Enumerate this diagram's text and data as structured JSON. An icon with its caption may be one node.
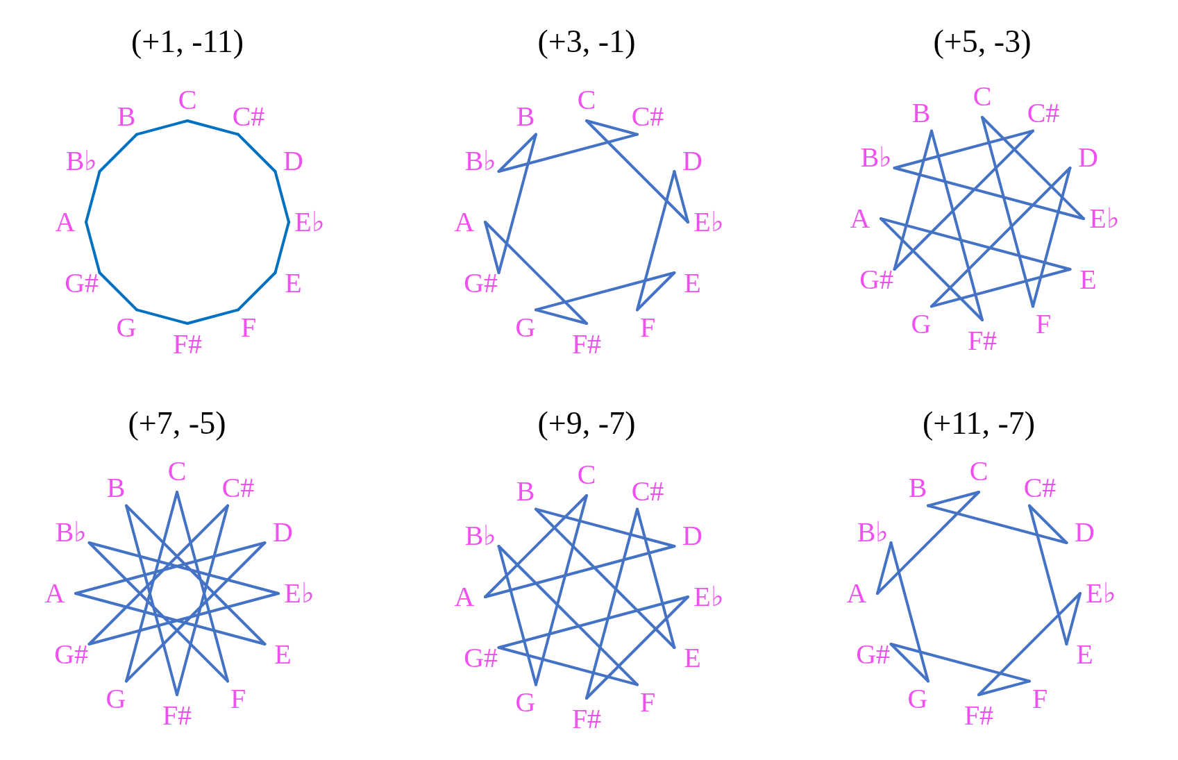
{
  "diagram": {
    "nodes": [
      {
        "text": [
          "C"
        ]
      },
      {
        "text": [
          "C#"
        ]
      },
      {
        "text": [
          "D"
        ]
      },
      {
        "text": [
          "E♭"
        ]
      },
      {
        "text": [
          "E"
        ]
      },
      {
        "text": [
          "F"
        ]
      },
      {
        "text": [
          "F#"
        ]
      },
      {
        "text": [
          "G"
        ]
      },
      {
        "text": [
          "G#"
        ]
      },
      {
        "text": [
          "A"
        ]
      },
      {
        "text": [
          "B♭"
        ]
      },
      {
        "text": [
          "B"
        ]
      },
      {
        "text": [
          "C"
        ]
      },
      {
        "text": [
          "C#"
        ]
      },
      {
        "text": [
          "D"
        ]
      },
      {
        "text": [
          "E♭"
        ]
      },
      {
        "text": [
          "E"
        ]
      },
      {
        "text": [
          "F"
        ]
      },
      {
        "text": [
          "F#"
        ]
      },
      {
        "text": [
          "G"
        ]
      },
      {
        "text": [
          "G#"
        ]
      },
      {
        "text": [
          "A"
        ]
      },
      {
        "text": [
          "B♭"
        ]
      },
      {
        "text": [
          "B"
        ]
      },
      {
        "text": [
          "C"
        ]
      },
      {
        "text": [
          "C#"
        ]
      },
      {
        "text": [
          "D"
        ]
      },
      {
        "text": [
          "E♭"
        ]
      },
      {
        "text": [
          "E"
        ]
      },
      {
        "text": [
          "F"
        ]
      },
      {
        "text": [
          "F#"
        ]
      },
      {
        "text": [
          "G"
        ]
      },
      {
        "text": [
          "G#"
        ]
      },
      {
        "text": [
          "A"
        ]
      },
      {
        "text": [
          "B♭"
        ]
      },
      {
        "text": [
          "B"
        ]
      },
      {
        "text": [
          "C"
        ]
      },
      {
        "text": [
          "C#"
        ]
      },
      {
        "text": [
          "D"
        ]
      },
      {
        "text": [
          "E♭"
        ]
      },
      {
        "text": [
          "E"
        ]
      },
      {
        "text": [
          "F"
        ]
      },
      {
        "text": [
          "F#"
        ]
      },
      {
        "text": [
          "G"
        ]
      },
      {
        "text": [
          "G#"
        ]
      },
      {
        "text": [
          "A"
        ]
      },
      {
        "text": [
          "B♭"
        ]
      },
      {
        "text": [
          "B"
        ]
      },
      {
        "text": [
          "C"
        ]
      },
      {
        "text": [
          "C#"
        ]
      },
      {
        "text": [
          "D"
        ]
      },
      {
        "text": [
          "E♭"
        ]
      },
      {
        "text": [
          "E"
        ]
      },
      {
        "text": [
          "F"
        ]
      },
      {
        "text": [
          "F#"
        ]
      },
      {
        "text": [
          "G"
        ]
      },
      {
        "text": [
          "G#"
        ]
      },
      {
        "text": [
          "A"
        ]
      },
      {
        "text": [
          "B♭"
        ]
      },
      {
        "text": [
          "B"
        ]
      },
      {
        "text": [
          "C"
        ]
      },
      {
        "text": [
          "C#"
        ]
      },
      {
        "text": [
          "D"
        ]
      },
      {
        "text": [
          "E♭"
        ]
      },
      {
        "text": [
          "E"
        ]
      },
      {
        "text": [
          "F"
        ]
      },
      {
        "text": [
          "F#"
        ]
      },
      {
        "text": [
          "G"
        ]
      },
      {
        "text": [
          "G#"
        ]
      },
      {
        "text": [
          "A"
        ]
      },
      {
        "text": [
          "B♭"
        ]
      },
      {
        "text": [
          "B"
        ]
      }
    ],
    "edges": [
      {
        "from": 0,
        "to": 1,
        "arrow": "none",
        "color": "#0070c0"
      },
      {
        "from": 1,
        "to": 2,
        "arrow": "none",
        "color": "#0070c0"
      },
      {
        "from": 2,
        "to": 3,
        "arrow": "none",
        "color": "#0070c0"
      },
      {
        "from": 3,
        "to": 4,
        "arrow": "none",
        "color": "#0070c0"
      },
      {
        "from": 4,
        "to": 5,
        "arrow": "none",
        "color": "#0070c0"
      },
      {
        "from": 5,
        "to": 6,
        "arrow": "none",
        "color": "#0070c0"
      },
      {
        "from": 6,
        "to": 7,
        "arrow": "none",
        "color": "#0070c0"
      },
      {
        "from": 7,
        "to": 8,
        "arrow": "none",
        "color": "#0070c0"
      },
      {
        "from": 8,
        "to": 9,
        "arrow": "none",
        "color": "#0070c0"
      },
      {
        "from": 9,
        "to": 10,
        "arrow": "none",
        "color": "#0070c0"
      },
      {
        "from": 10,
        "to": 11,
        "arrow": "none",
        "color": "#0070c0"
      },
      {
        "from": 11,
        "to": 0,
        "arrow": "none",
        "color": "#0070c0"
      },
      {
        "from": 12,
        "to": 15,
        "arrow": "none"
      },
      {
        "from": 15,
        "to": 14,
        "arrow": "none"
      },
      {
        "from": 14,
        "to": 17,
        "arrow": "none"
      },
      {
        "from": 17,
        "to": 16,
        "arrow": "none"
      },
      {
        "from": 16,
        "to": 19,
        "arrow": "none"
      },
      {
        "from": 19,
        "to": 18,
        "arrow": "none"
      },
      {
        "from": 18,
        "to": 21,
        "arrow": "none"
      },
      {
        "from": 21,
        "to": 20,
        "arrow": "none"
      },
      {
        "from": 20,
        "to": 23,
        "arrow": "none"
      },
      {
        "from": 23,
        "to": 22,
        "arrow": "none"
      },
      {
        "from": 22,
        "to": 13,
        "arrow": "none"
      },
      {
        "from": 13,
        "to": 12,
        "arrow": "none"
      },
      {
        "from": 24,
        "to": 29,
        "arrow": "none"
      },
      {
        "from": 29,
        "to": 26,
        "arrow": "none"
      },
      {
        "from": 26,
        "to": 31,
        "arrow": "none"
      },
      {
        "from": 31,
        "to": 28,
        "arrow": "none"
      },
      {
        "from": 28,
        "to": 33,
        "arrow": "none"
      },
      {
        "from": 33,
        "to": 30,
        "arrow": "none"
      },
      {
        "from": 30,
        "to": 35,
        "arrow": "none"
      },
      {
        "from": 35,
        "to": 32,
        "arrow": "none"
      },
      {
        "from": 32,
        "to": 25,
        "arrow": "none"
      },
      {
        "from": 25,
        "to": 34,
        "arrow": "none"
      },
      {
        "from": 34,
        "to": 27,
        "arrow": "none"
      },
      {
        "from": 27,
        "to": 24,
        "arrow": "none"
      },
      {
        "from": 36,
        "to": 43,
        "arrow": "none"
      },
      {
        "from": 43,
        "to": 38,
        "arrow": "none"
      },
      {
        "from": 38,
        "to": 45,
        "arrow": "none"
      },
      {
        "from": 45,
        "to": 40,
        "arrow": "none"
      },
      {
        "from": 40,
        "to": 47,
        "arrow": "none"
      },
      {
        "from": 47,
        "to": 42,
        "arrow": "none"
      },
      {
        "from": 42,
        "to": 37,
        "arrow": "none"
      },
      {
        "from": 37,
        "to": 44,
        "arrow": "none"
      },
      {
        "from": 44,
        "to": 39,
        "arrow": "none"
      },
      {
        "from": 39,
        "to": 46,
        "arrow": "none"
      },
      {
        "from": 46,
        "to": 41,
        "arrow": "none"
      },
      {
        "from": 41,
        "to": 36,
        "arrow": "none"
      },
      {
        "from": 48,
        "to": 57,
        "arrow": "none"
      },
      {
        "from": 57,
        "to": 50,
        "arrow": "none"
      },
      {
        "from": 50,
        "to": 59,
        "arrow": "none"
      },
      {
        "from": 59,
        "to": 52,
        "arrow": "none"
      },
      {
        "from": 52,
        "to": 49,
        "arrow": "none"
      },
      {
        "from": 49,
        "to": 54,
        "arrow": "none"
      },
      {
        "from": 54,
        "to": 51,
        "arrow": "none"
      },
      {
        "from": 51,
        "to": 56,
        "arrow": "none"
      },
      {
        "from": 56,
        "to": 53,
        "arrow": "none"
      },
      {
        "from": 53,
        "to": 58,
        "arrow": "none"
      },
      {
        "from": 58,
        "to": 55,
        "arrow": "none"
      },
      {
        "from": 55,
        "to": 48,
        "arrow": "none"
      },
      {
        "from": 60,
        "to": 71,
        "arrow": "none"
      },
      {
        "from": 71,
        "to": 62,
        "arrow": "none"
      },
      {
        "from": 62,
        "to": 61,
        "arrow": "none"
      },
      {
        "from": 61,
        "to": 64,
        "arrow": "none"
      },
      {
        "from": 64,
        "to": 63,
        "arrow": "none"
      },
      {
        "from": 63,
        "to": 66,
        "arrow": "none"
      },
      {
        "from": 66,
        "to": 65,
        "arrow": "none"
      },
      {
        "from": 65,
        "to": 68,
        "arrow": "none"
      },
      {
        "from": 68,
        "to": 67,
        "arrow": "none"
      },
      {
        "from": 67,
        "to": 70,
        "arrow": "none"
      },
      {
        "from": 70,
        "to": 69,
        "arrow": "none"
      },
      {
        "from": 69,
        "to": 60,
        "arrow": "none"
      }
    ],
    "labels": [
      "(+1, -11)",
      "(+3, -1)",
      "(+5, -3)",
      "(+7, -5)",
      "(+9, -7)",
      "(+11, -7)"
    ]
  }
}
